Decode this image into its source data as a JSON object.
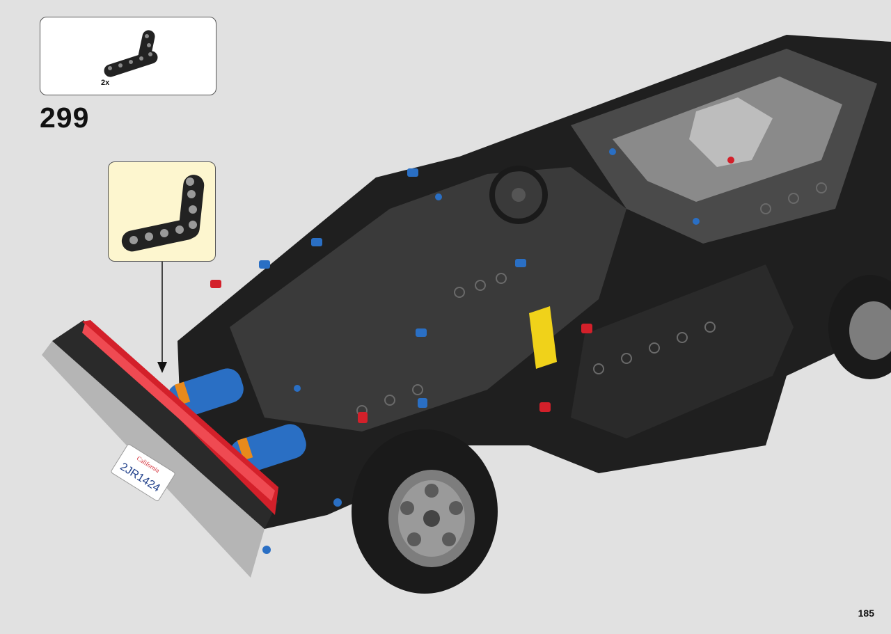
{
  "parts_list": {
    "quantity": "2x",
    "part_icon": "l-shaped-beam-icon"
  },
  "step": {
    "number": "299"
  },
  "callout": {
    "part_icon": "l-shaped-beam-icon"
  },
  "model": {
    "license_plate_text": "2JR1424",
    "license_plate_state": "California"
  },
  "page": {
    "number": "185"
  },
  "colors": {
    "page_background": "#e1e1e1",
    "callout_background": "#fdf6cf",
    "beam_dark": "#222222",
    "highlight_red": "#d3202a",
    "pin_blue": "#2a6fc4"
  }
}
